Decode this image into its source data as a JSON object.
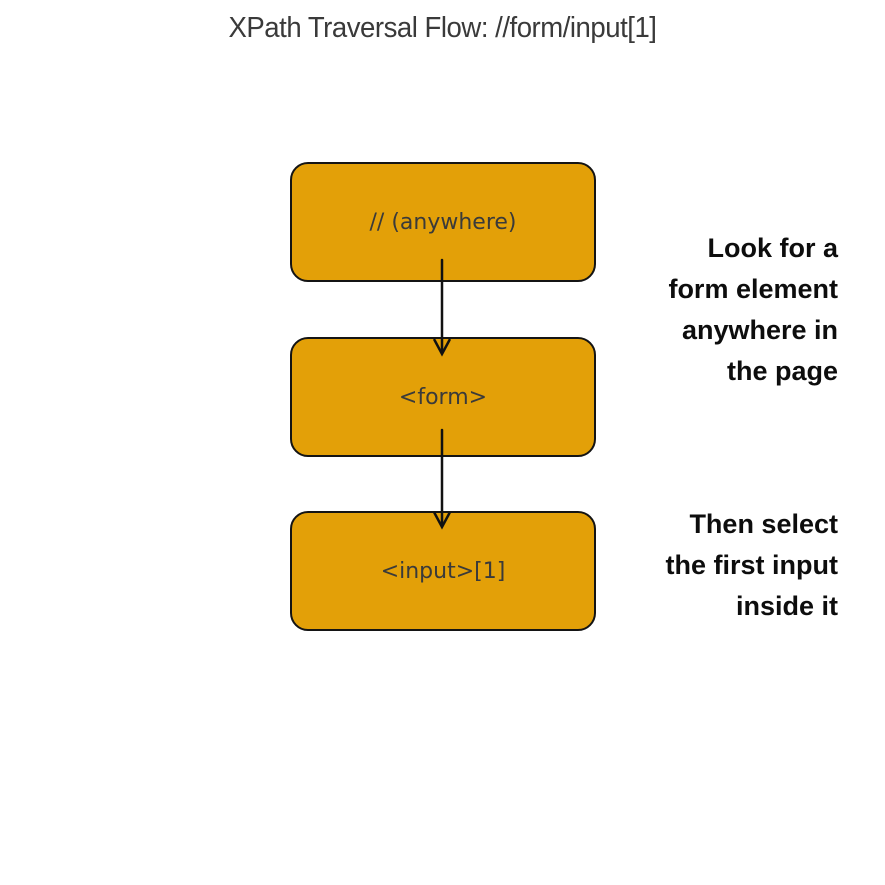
{
  "title": "XPath Traversal Flow: //form/input[1]",
  "colors": {
    "background": "#ffffff",
    "node_fill": "#E3A008",
    "node_border": "#141414",
    "node_text": "#3a3a3a",
    "annotation_text": "#0d0d0d",
    "arrow": "#111111",
    "title_text": "#3a3a3a"
  },
  "flow": {
    "nodes": [
      {
        "label": "// (anywhere)"
      },
      {
        "label": "<form>"
      },
      {
        "label": "<input>[1]"
      }
    ],
    "arrows": [
      {
        "from": "node-1",
        "to": "node-2"
      },
      {
        "from": "node-2",
        "to": "node-3"
      }
    ],
    "annotations": [
      {
        "text": "Look for a\nform element\nanywhere in\nthe page"
      },
      {
        "text": "Then select\nthe first input\ninside it"
      }
    ]
  }
}
